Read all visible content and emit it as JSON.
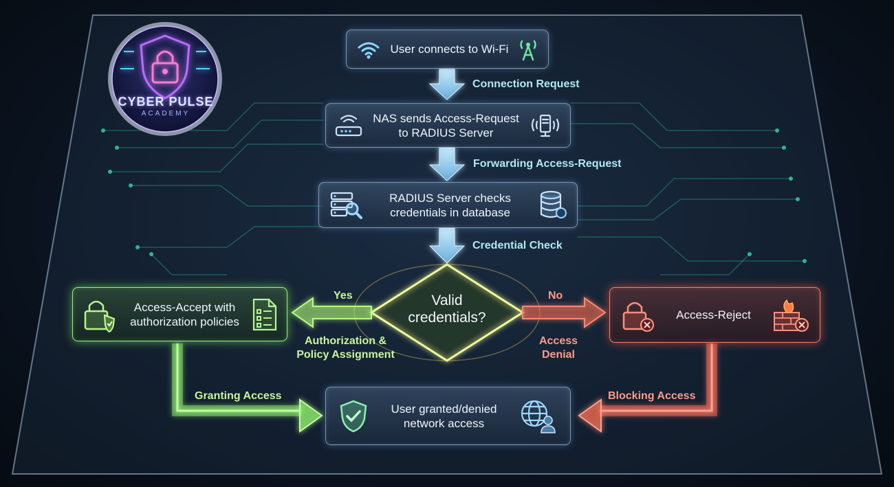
{
  "logo": {
    "line1": "CYBER PULSE",
    "line2": "ACADEMY"
  },
  "nodes": {
    "connect": "User connects to Wi-Fi",
    "nas": "NAS sends Access-Request\nto RADIUS Server",
    "radius": "RADIUS Server checks\ncredentials in database",
    "decision": "Valid\ncredentials?",
    "accept": "Access-Accept with\nauthorization policies",
    "reject": "Access-Reject",
    "final": "User granted/denied\nnetwork access"
  },
  "labels": {
    "connection_request": "Connection Request",
    "forwarding": "Forwarding Access-Request",
    "credential_check": "Credential Check",
    "yes": "Yes",
    "no": "No",
    "authorization": "Authorization &\nPolicy Assignment",
    "access_denial": "Access\nDenial",
    "granting": "Granting Access",
    "blocking": "Blocking Access"
  },
  "icons": {
    "connect_left": "wifi-icon",
    "connect_right": "antenna-icon",
    "nas_left": "router-icon",
    "nas_right": "server-signal-icon",
    "radius_left": "server-search-icon",
    "radius_right": "database-icon",
    "accept_left": "lock-shield-icon",
    "accept_right": "policy-document-icon",
    "reject_left": "lock-x-icon",
    "reject_right": "firewall-x-icon",
    "final_left": "shield-check-icon",
    "final_right": "globe-user-icon",
    "logo": "shield-lock-icon"
  },
  "colors": {
    "flow_blue": "#7fcff5",
    "accept_green": "#8af06a",
    "reject_red": "#ff6a55",
    "decision_glow": "#e8ff8a",
    "label_cyan": "#aee9f4"
  }
}
